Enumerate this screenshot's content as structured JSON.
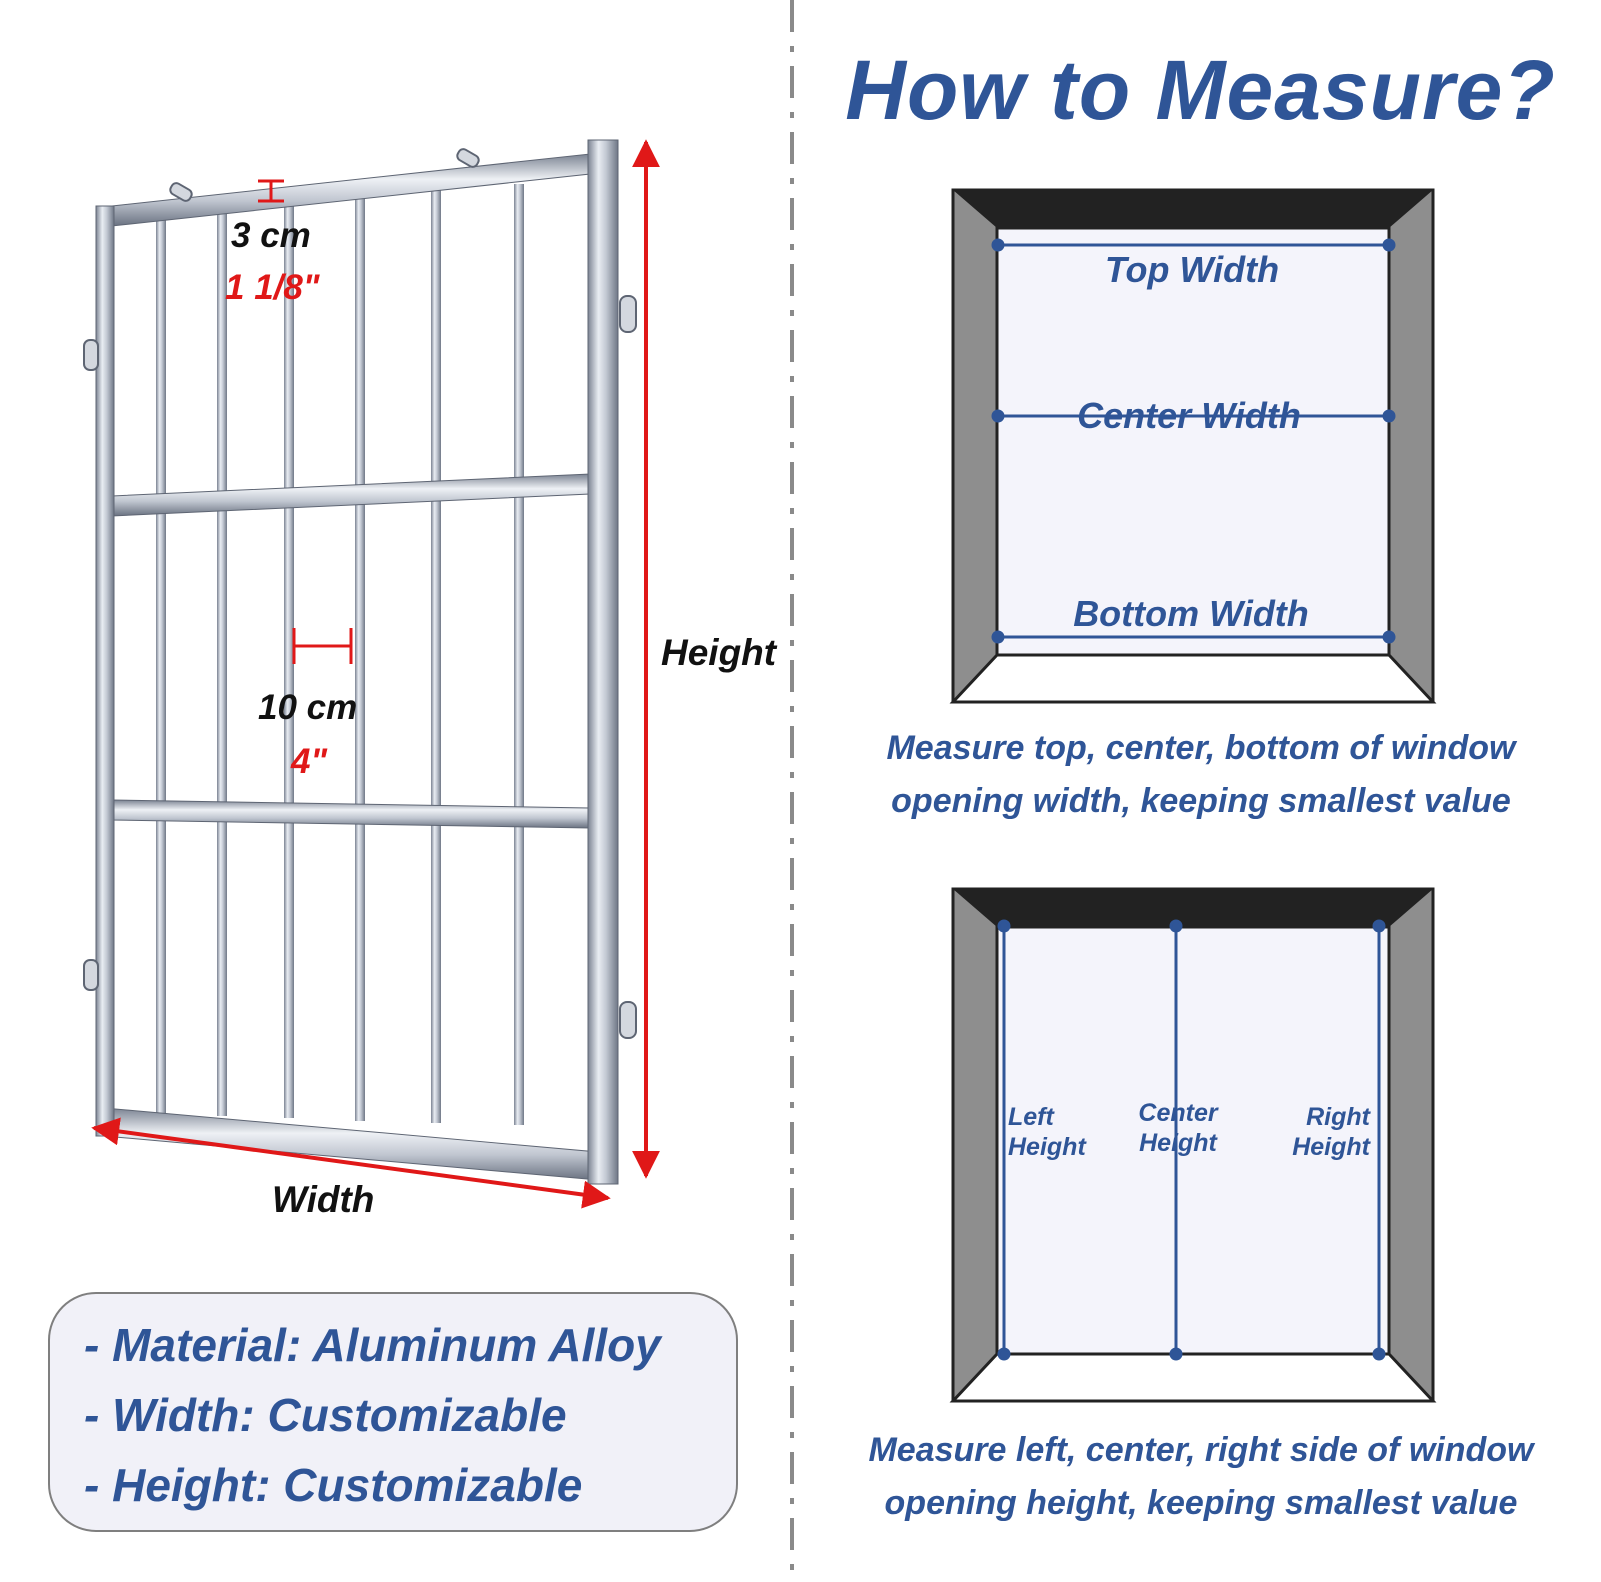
{
  "title": "How to Measure?",
  "grate": {
    "bar_thickness_cm": "3 cm",
    "bar_thickness_in": "1 1/8\"",
    "bar_spacing_cm": "10 cm",
    "bar_spacing_in": "4\"",
    "height_label": "Height",
    "width_label": "Width"
  },
  "width_diagram": {
    "top_label": "Top Width",
    "center_label": "Center Width",
    "bottom_label": "Bottom Width",
    "caption_line1": "Measure top, center, bottom of window",
    "caption_line2": "opening width, keeping smallest value"
  },
  "height_diagram": {
    "left_line1": "Left",
    "left_line2": "Height",
    "center_line1": "Center",
    "center_line2": "Height",
    "right_line1": "Right",
    "right_line2": "Height",
    "caption_line1": "Measure left, center, right side of window",
    "caption_line2": "opening height, keeping smallest value"
  },
  "specs": {
    "material": "- Material: Aluminum Alloy",
    "width": "- Width: Customizable",
    "height": "- Height: Customizable"
  },
  "colors": {
    "accent_blue": "#2f5597",
    "dimension_red": "#e01818",
    "frame_dark": "#222222",
    "frame_gray": "#8e8e8e",
    "metal": "#a9b1bf"
  }
}
